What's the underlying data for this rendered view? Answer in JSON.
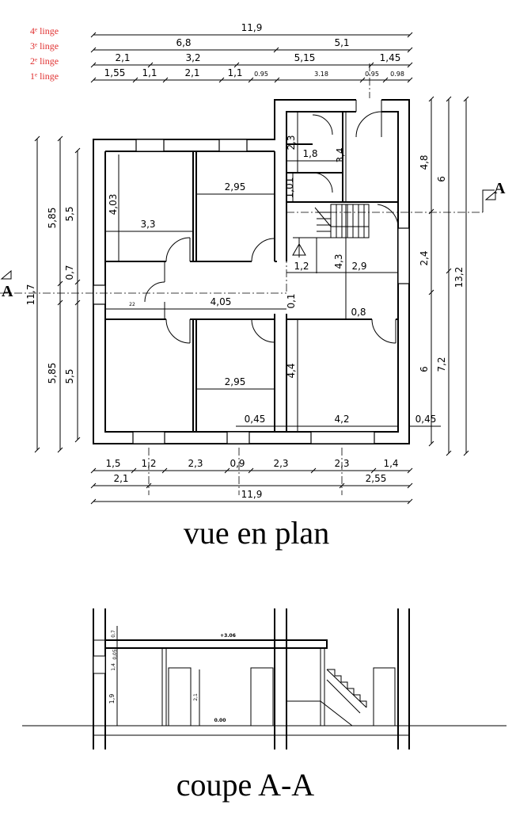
{
  "legend": {
    "line4": "4ᵉ linge",
    "line3": "3ᵉ linge",
    "line2": "2ᵉ linge",
    "line1": "1ᵉ linge"
  },
  "top_dims": {
    "total": "11,9",
    "row3": [
      "6,8",
      "5,1"
    ],
    "row2": [
      "2,1",
      "3,2",
      "5,15",
      "1,45"
    ],
    "row1": [
      "1,55",
      "1,1",
      "2,1",
      "1,1",
      "0.95",
      "3.18",
      "0.95",
      "0.98"
    ]
  },
  "bottom_dims": {
    "row1": [
      "1,5",
      "1,2",
      "2,3",
      "0,9",
      "2,3",
      "2,3",
      "1,4"
    ],
    "row2": [
      "2,1",
      "2,55"
    ],
    "total": "11,9"
  },
  "left_dims": {
    "outer": "11,7",
    "mid": [
      "5,85",
      "0,7",
      "5,85"
    ],
    "inner": [
      "5,5",
      "5,5"
    ]
  },
  "right_dims": {
    "inner": [
      "4,8",
      "2,4",
      "6"
    ],
    "mid": [
      "6",
      "7,2"
    ],
    "outer": "13,2"
  },
  "room_dims": {
    "r1_w": "3,3",
    "r1_h": "4,03",
    "r2_w": "2,95",
    "r3_w": "1,8",
    "r3_h": "2,3",
    "r3_h2": "3,4",
    "r3_h3": "1,01",
    "corridor_w": "4,05",
    "corridor_small": "22",
    "stair_w": "1,2",
    "stair_w2": "2,9",
    "stair_h": "4,3",
    "gap_v": "0,1",
    "gap_w": "0,8",
    "r5_w": "2,95",
    "r6_w": "4,2",
    "r6_h": "4,4",
    "wall_l": "0,45",
    "wall_r": "0,45"
  },
  "section_marks": {
    "left": "A",
    "right": "A"
  },
  "titles": {
    "plan": "vue en plan",
    "section": "coupe A-A"
  },
  "section": {
    "level_top": "+3.06",
    "level_floor": "0.00",
    "h1": "1,9",
    "h_door": "2,1",
    "small1": "0,7",
    "small2": "0,05",
    "small3": "1,4"
  }
}
